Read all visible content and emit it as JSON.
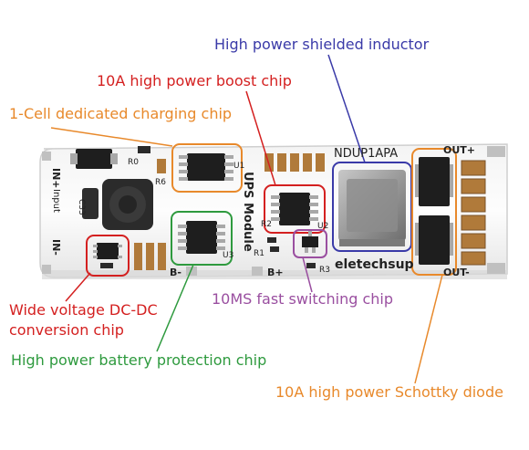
{
  "annotations": {
    "inductor": "High power shielded inductor",
    "boost_chip": "10A high power boost chip",
    "charging_chip": "1-Cell dedicated charging chip",
    "dcdc_line1": "Wide voltage DC-DC",
    "dcdc_line2": "conversion chip",
    "switching_chip": "10MS fast switching chip",
    "protection_chip": "High power battery protection chip",
    "schottky": "10A high power Schottky diode"
  },
  "silkscreen": {
    "in_plus": "IN+",
    "input": "Input",
    "in_minus": "IN-",
    "c33": "C33",
    "r0": "R0",
    "r6": "R6",
    "u1": "U1",
    "u3": "U3",
    "ups_module": "UPS Module",
    "r2": "R2",
    "u2": "U2",
    "r1": "R1",
    "r3": "R3",
    "b_minus": "B-",
    "b_plus": "B+",
    "part_number": "NDUP1APA",
    "brand": "eletechsup",
    "out_plus": "OUT+",
    "out_minus": "OUT-"
  },
  "colors": {
    "orange": "#e8892b",
    "red": "#d42020",
    "green": "#2e9a3e",
    "blue": "#3a3aa8",
    "purple": "#9a4fa0",
    "board": "#fafafa",
    "chip": "#1e1e1e"
  }
}
